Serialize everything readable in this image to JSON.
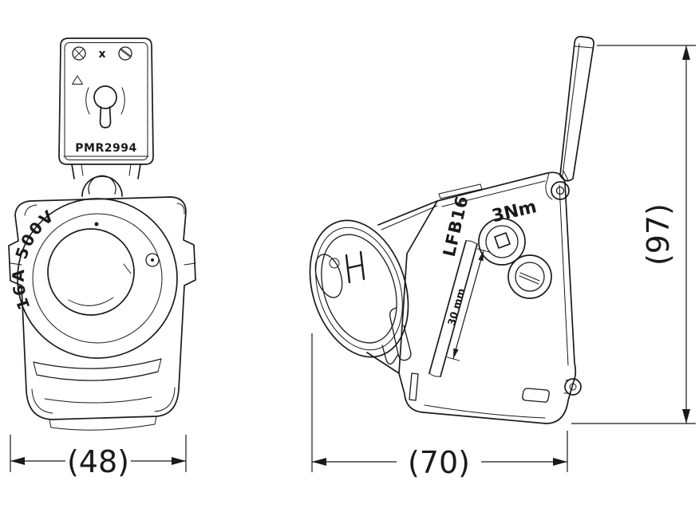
{
  "drawing": {
    "front_view": {
      "plate_label": "PMR2994",
      "plate_mark": "x",
      "rating_label": "16A 500V",
      "dim_width": "(48)"
    },
    "side_view": {
      "torque_label": "3Nm",
      "model_label": "LFB16",
      "strip_label": "30 mm",
      "dim_width": "(70)",
      "dim_height": "(97)"
    }
  },
  "colors": {
    "line": "#1a1a1a",
    "background": "#ffffff"
  }
}
